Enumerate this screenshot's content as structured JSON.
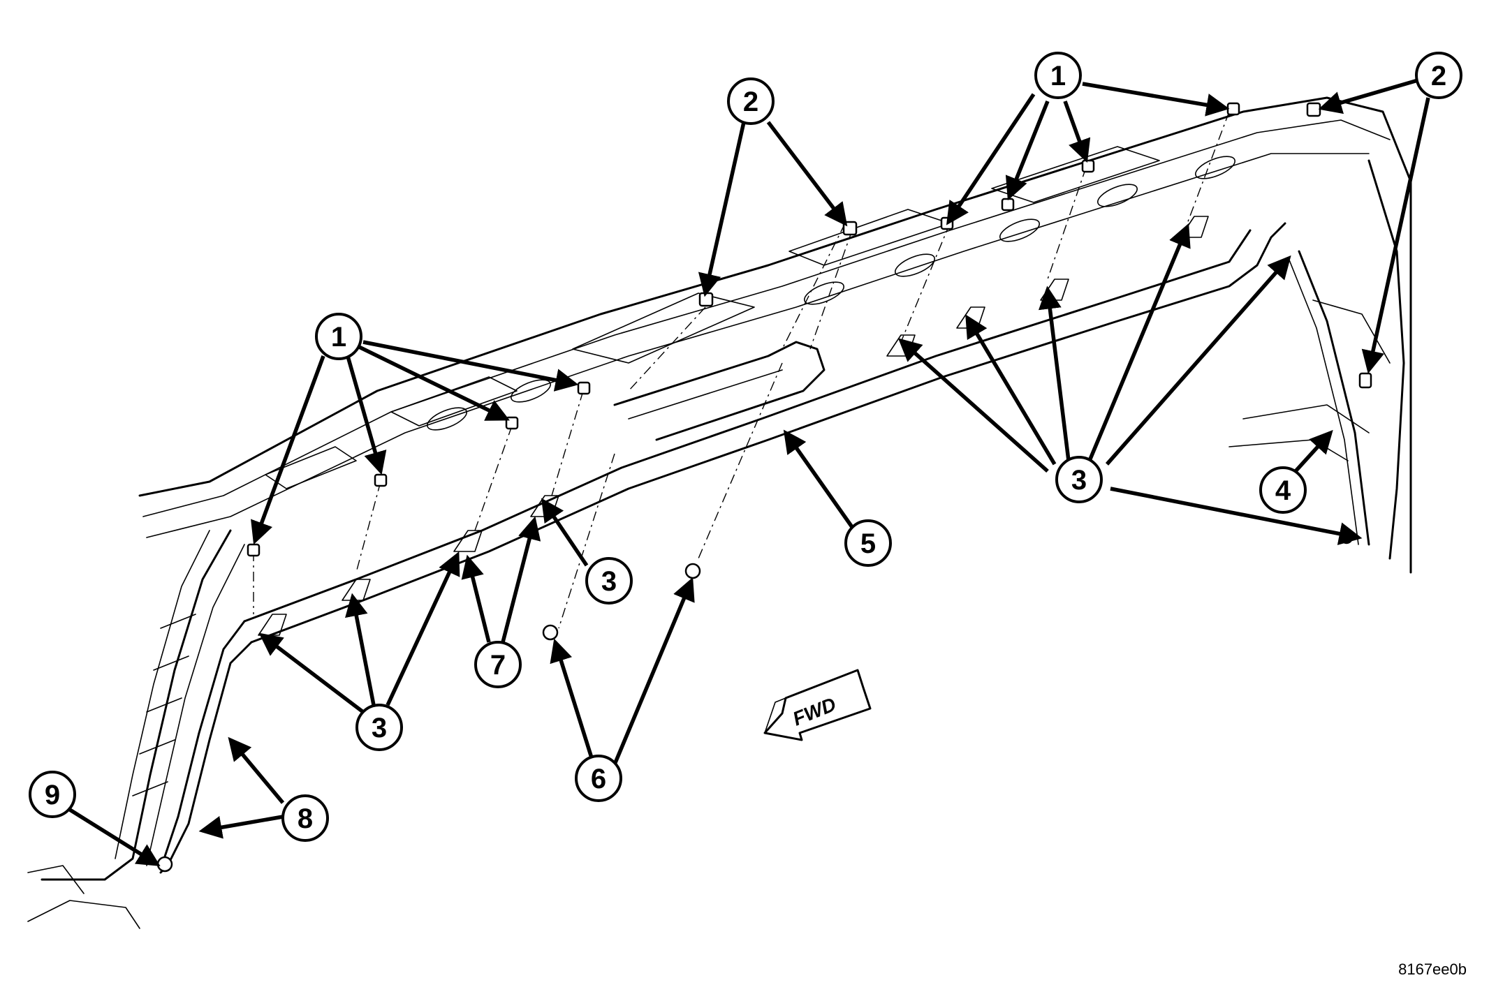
{
  "figure_id": "8167ee0b",
  "direction_label": "FWD",
  "callouts": [
    {
      "label": "1"
    },
    {
      "label": "1"
    },
    {
      "label": "2"
    },
    {
      "label": "2"
    },
    {
      "label": "3"
    },
    {
      "label": "3"
    },
    {
      "label": "3"
    },
    {
      "label": "4"
    },
    {
      "label": "5"
    },
    {
      "label": "6"
    },
    {
      "label": "7"
    },
    {
      "label": "8"
    },
    {
      "label": "9"
    }
  ]
}
